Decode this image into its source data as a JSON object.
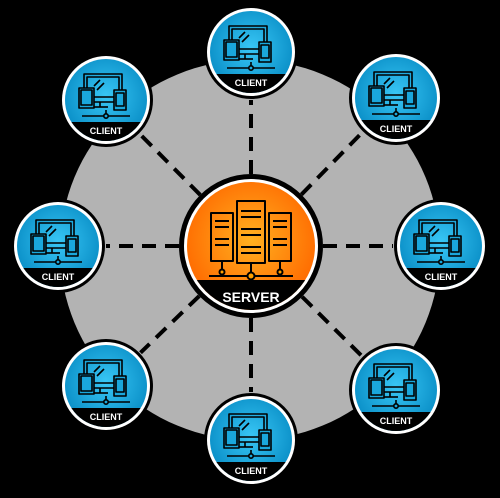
{
  "diagram": {
    "server": {
      "label": "SERVER",
      "color": "#ff8a00",
      "icon": "server-rack-icon"
    },
    "clients": [
      {
        "label": "CLIENT",
        "icon": "devices-icon"
      },
      {
        "label": "CLIENT",
        "icon": "devices-icon"
      },
      {
        "label": "CLIENT",
        "icon": "devices-icon"
      },
      {
        "label": "CLIENT",
        "icon": "devices-icon"
      },
      {
        "label": "CLIENT",
        "icon": "devices-icon"
      },
      {
        "label": "CLIENT",
        "icon": "devices-icon"
      },
      {
        "label": "CLIENT",
        "icon": "devices-icon"
      },
      {
        "label": "CLIENT",
        "icon": "devices-icon"
      }
    ],
    "colors": {
      "background": "#000000",
      "ring": "#b3b3b3",
      "client_fill": "#1aa7dc",
      "connector": "#000000"
    }
  }
}
